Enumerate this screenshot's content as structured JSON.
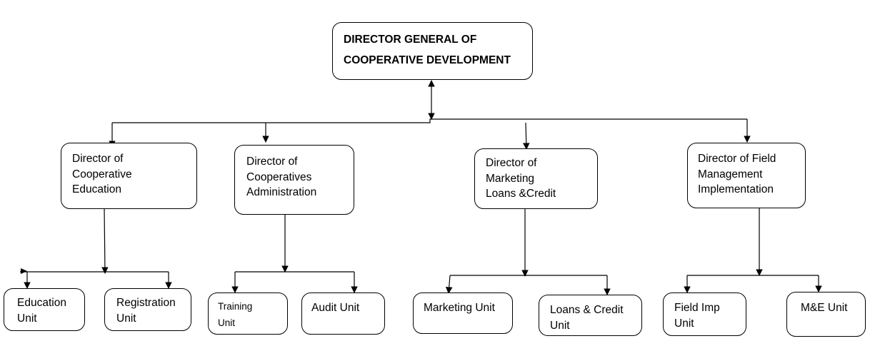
{
  "director_general": "DIRECTOR GENERAL OF\nCOOPERATIVE DEVELOPMENT",
  "directors": [
    {
      "label": "Director of\nCooperative\nEducation"
    },
    {
      "label": "Director of\nCooperatives\nAdministration"
    },
    {
      "label": "Director of\nMarketing\nLoans &Credit"
    },
    {
      "label": "Director of Field\nManagement\nImplementation"
    }
  ],
  "units": [
    {
      "label": "Education\nUnit"
    },
    {
      "label": "Registration\nUnit"
    },
    {
      "label": "Training\nUnit"
    },
    {
      "label": "Audit Unit"
    },
    {
      "label": "Marketing Unit"
    },
    {
      "label": "Loans & Credit\nUnit"
    },
    {
      "label": "Field Imp\nUnit"
    },
    {
      "label": "M&E Unit"
    }
  ]
}
